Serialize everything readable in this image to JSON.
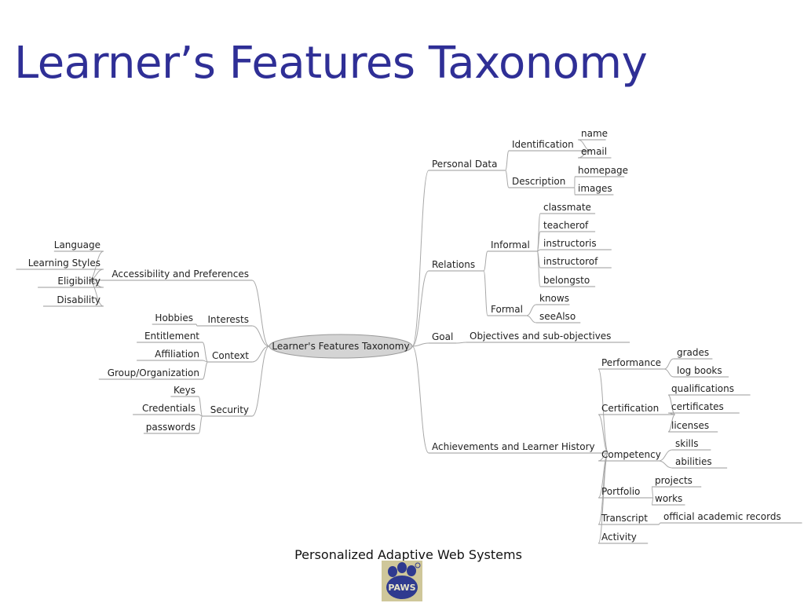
{
  "slide": {
    "title": "Learner’s Features Taxonomy",
    "footer": "Personalized Adaptive Web Systems",
    "logo_text": "PAWS"
  },
  "mindmap": {
    "root": "Learner's Features Taxonomy",
    "right": [
      {
        "label": "Personal Data",
        "children": [
          {
            "label": "Identification",
            "children": [
              {
                "label": "name"
              },
              {
                "label": "email"
              }
            ]
          },
          {
            "label": "Description",
            "children": [
              {
                "label": "homepage"
              },
              {
                "label": "images"
              }
            ]
          }
        ]
      },
      {
        "label": "Relations",
        "children": [
          {
            "label": "Informal",
            "children": [
              {
                "label": "classmate"
              },
              {
                "label": "teacherof"
              },
              {
                "label": "instructoris"
              },
              {
                "label": "instructorof"
              },
              {
                "label": "belongsto"
              }
            ]
          },
          {
            "label": "Formal",
            "children": [
              {
                "label": "knows"
              },
              {
                "label": "seeAlso"
              }
            ]
          }
        ]
      },
      {
        "label": "Goal",
        "children": [
          {
            "label": "Objectives and sub-objectives"
          }
        ]
      },
      {
        "label": "Achievements and Learner History",
        "children": [
          {
            "label": "Performance",
            "children": [
              {
                "label": "grades"
              },
              {
                "label": "log books"
              }
            ]
          },
          {
            "label": "Certification",
            "children": [
              {
                "label": "qualifications"
              },
              {
                "label": "certificates"
              },
              {
                "label": "licenses"
              }
            ]
          },
          {
            "label": "Competency",
            "children": [
              {
                "label": "skills"
              },
              {
                "label": "abilities"
              }
            ]
          },
          {
            "label": "Portfolio",
            "children": [
              {
                "label": "projects"
              },
              {
                "label": "works"
              }
            ]
          },
          {
            "label": "Transcript",
            "children": [
              {
                "label": "official academic records"
              }
            ]
          },
          {
            "label": "Activity"
          }
        ]
      }
    ],
    "left": [
      {
        "label": "Accessibility and Preferences",
        "children": [
          {
            "label": "Language"
          },
          {
            "label": "Learning Styles"
          },
          {
            "label": "Eligibility"
          },
          {
            "label": "Disability"
          }
        ]
      },
      {
        "label": "Interests",
        "children": [
          {
            "label": "Hobbies"
          }
        ]
      },
      {
        "label": "Context",
        "children": [
          {
            "label": "Entitlement"
          },
          {
            "label": "Affiliation"
          },
          {
            "label": "Group/Organization"
          }
        ]
      },
      {
        "label": "Security",
        "children": [
          {
            "label": "Keys"
          },
          {
            "label": "Credentials"
          },
          {
            "label": "passwords"
          }
        ]
      }
    ]
  }
}
